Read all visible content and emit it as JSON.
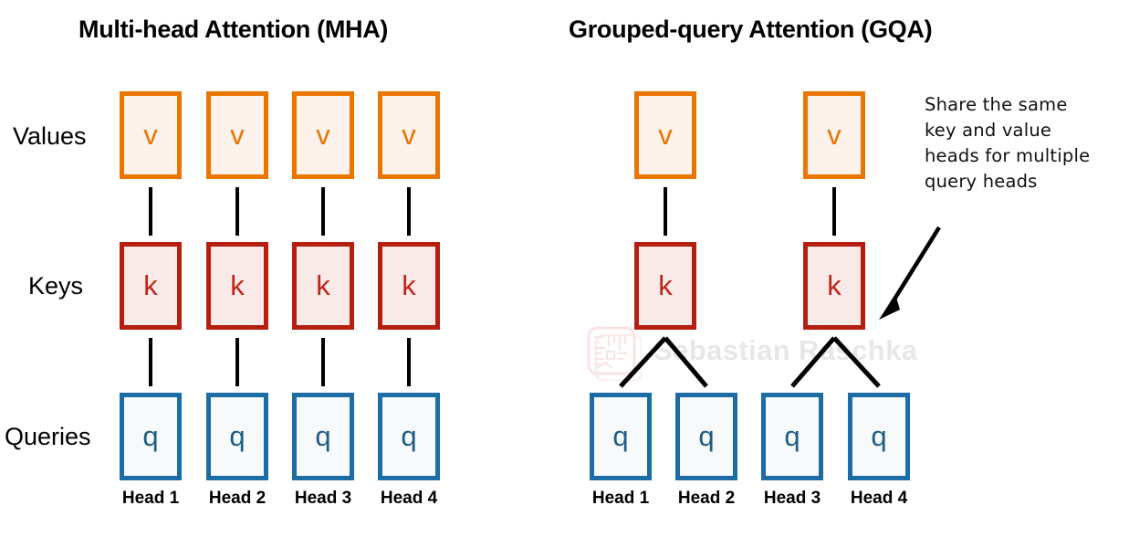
{
  "panels": [
    {
      "id": "mha",
      "title": "Multi-head Attention (MHA)",
      "values": [
        "v",
        "v",
        "v",
        "v"
      ],
      "keys": [
        "k",
        "k",
        "k",
        "k"
      ],
      "queries": [
        "q",
        "q",
        "q",
        "q"
      ],
      "heads": [
        "Head 1",
        "Head 2",
        "Head 3",
        "Head 4"
      ]
    },
    {
      "id": "gqa",
      "title": "Grouped-query Attention (GQA)",
      "values": [
        "v",
        "v"
      ],
      "keys": [
        "k",
        "k"
      ],
      "queries": [
        "q",
        "q",
        "q",
        "q"
      ],
      "heads": [
        "Head 1",
        "Head 2",
        "Head 3",
        "Head 4"
      ]
    }
  ],
  "row_labels": {
    "values": "Values",
    "keys": "Keys",
    "queries": "Queries"
  },
  "annotation": {
    "text": "Share the same\nkey and value\nheads for multiple\nquery heads"
  },
  "watermark": {
    "text": "Sebastian Raschka"
  },
  "colors": {
    "value_border": "#ea7500",
    "value_fill": "#fdf3ec",
    "value_text": "#ea7500",
    "key_border": "#b51f10",
    "key_fill": "#f9eae8",
    "key_text": "#c0261a",
    "query_border": "#1c6ca6",
    "query_fill": "#f7f9fb",
    "query_text": "#1b5d85",
    "connector": "#000000",
    "text": "#000000",
    "background": "#ffffff"
  }
}
